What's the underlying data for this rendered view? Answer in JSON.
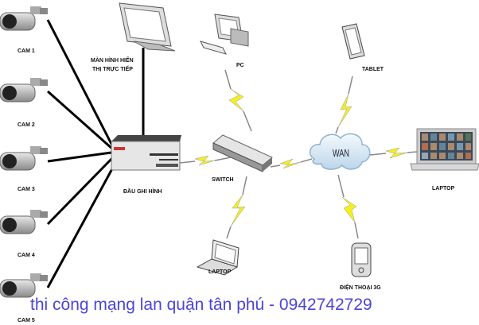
{
  "colors": {
    "bolt": "#f5ef1f",
    "footer": "#4b45d8",
    "cable": "#000000"
  },
  "labels": {
    "cam1": "CAM 1",
    "cam2": "CAM 2",
    "cam3": "CAM 3",
    "cam4": "CAM 4",
    "cam5": "CAM 5",
    "monitor_line1": "MÀN HÌNH HIỂN",
    "monitor_line2": "THỊ TRỰC TIẾP",
    "dvr": "ĐẦU GHI HÌNH",
    "pc": "PC",
    "switch": "SWITCH",
    "laptop_bottom": "LAPTOP",
    "wan": "WAN",
    "tablet": "TABLET",
    "laptop_right": "LAPTOP",
    "phone": "ĐIỆN THOẠI 3G"
  },
  "footer": "thi công mạng lan quận tân phú - 0942742729"
}
